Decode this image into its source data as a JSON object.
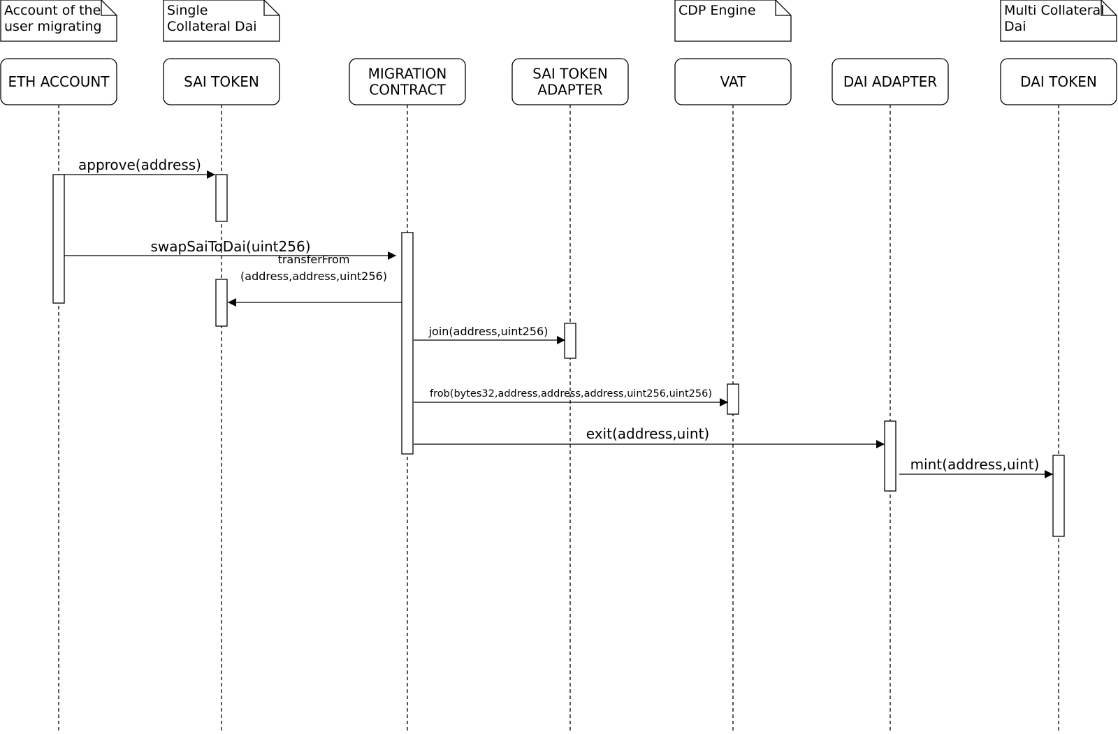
{
  "notes": [
    {
      "id": "account-note",
      "lines": [
        "Account of the",
        "user migrating"
      ]
    },
    {
      "id": "single-collateral-note",
      "lines": [
        "Single",
        "Collateral Dai"
      ]
    },
    {
      "id": "cdp-engine-note",
      "lines": [
        "CDP Engine"
      ]
    },
    {
      "id": "multi-collateral-note",
      "lines": [
        "Multi Collateral",
        "Dai"
      ]
    }
  ],
  "participants": [
    {
      "id": "eth-account",
      "lines": [
        "ETH ACCOUNT"
      ]
    },
    {
      "id": "sai-token",
      "lines": [
        "SAI TOKEN"
      ]
    },
    {
      "id": "migration-contract",
      "lines": [
        "MIGRATION",
        "CONTRACT"
      ]
    },
    {
      "id": "sai-token-adapter",
      "lines": [
        "SAI TOKEN",
        "ADAPTER"
      ]
    },
    {
      "id": "vat",
      "lines": [
        "VAT"
      ]
    },
    {
      "id": "dai-adapter",
      "lines": [
        "DAI ADAPTER"
      ]
    },
    {
      "id": "dai-token",
      "lines": [
        "DAI TOKEN"
      ]
    }
  ],
  "messages": [
    {
      "id": "approve",
      "from": "eth-account",
      "to": "sai-token",
      "lines": [
        "approve(address)"
      ]
    },
    {
      "id": "swap-sai-to-dai",
      "from": "eth-account",
      "to": "migration-contract",
      "lines": [
        "swapSaiToDai(uint256)"
      ]
    },
    {
      "id": "transfer-from",
      "from": "migration-contract",
      "to": "sai-token",
      "lines": [
        "transferFrom",
        "(address,address,uint256)"
      ]
    },
    {
      "id": "join",
      "from": "migration-contract",
      "to": "sai-token-adapter",
      "lines": [
        "join(address,uint256)"
      ]
    },
    {
      "id": "frob",
      "from": "migration-contract",
      "to": "vat",
      "lines": [
        "frob(bytes32,address,address,address,uint256,uint256)"
      ]
    },
    {
      "id": "exit",
      "from": "migration-contract",
      "to": "dai-adapter",
      "lines": [
        "exit(address,uint)"
      ]
    },
    {
      "id": "mint",
      "from": "dai-adapter",
      "to": "dai-token",
      "lines": [
        "mint(address,uint)"
      ]
    }
  ],
  "colors": {
    "stroke": "#000000",
    "fill": "#ffffff",
    "text": "#000000"
  }
}
